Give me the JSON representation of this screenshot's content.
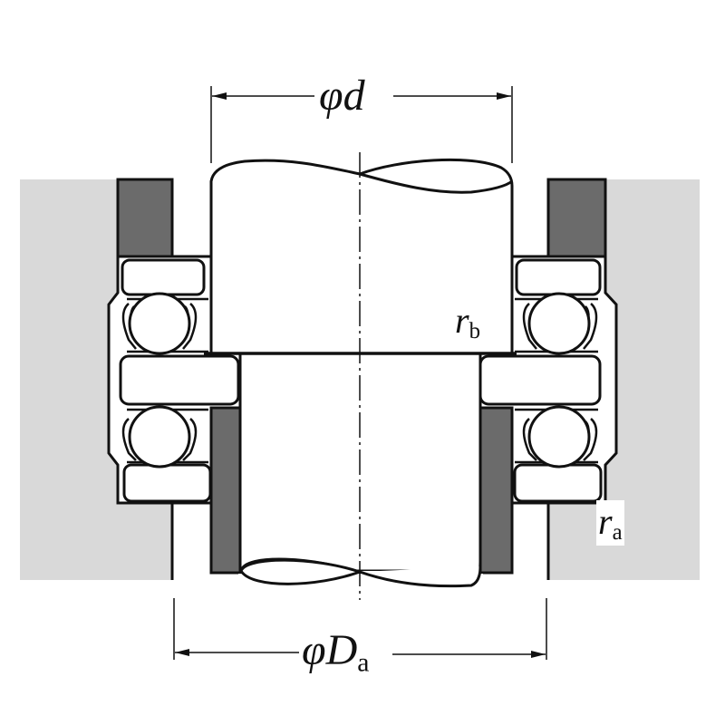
{
  "diagram": {
    "title": "Double-direction thrust ball bearing mounting dimensions",
    "colors": {
      "housing": "#d9d9d9",
      "shoulder": "#6b6b6b",
      "outline": "#111111",
      "part_fill": "#ffffff",
      "background": "#ffffff"
    },
    "labels": {
      "shaft_diameter": {
        "symbol": "φ",
        "main": "d",
        "sub": ""
      },
      "housing_abutment_diameter": {
        "symbol": "φ",
        "main": "D",
        "sub": "a"
      },
      "shaft_fillet_radius": {
        "main": "r",
        "sub": "b"
      },
      "housing_fillet_radius": {
        "main": "r",
        "sub": "a"
      }
    },
    "components": [
      "housing-left",
      "housing-right",
      "shoulder-left",
      "shoulder-right",
      "shaft-upper",
      "shaft-lower",
      "spacer-left",
      "spacer-right",
      "shaft-washer-center",
      "housing-washer-top",
      "housing-washer-bottom",
      "ball-upper-left",
      "ball-lower-left",
      "ball-upper-right",
      "ball-lower-right",
      "centerline"
    ]
  }
}
